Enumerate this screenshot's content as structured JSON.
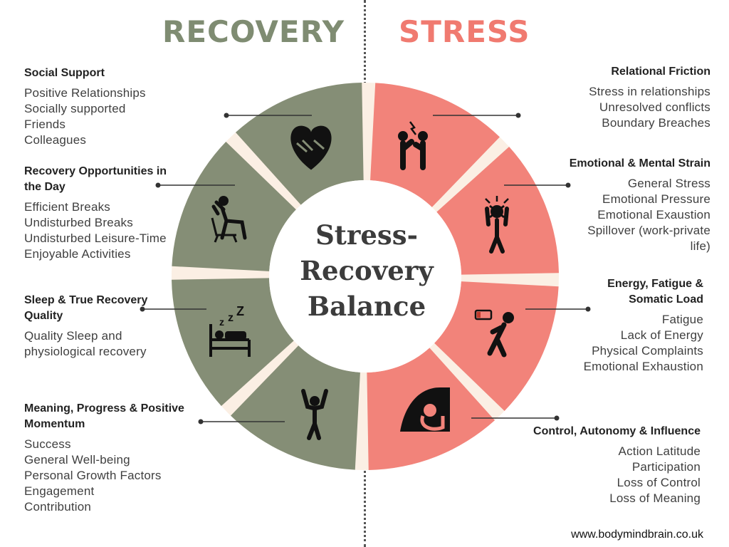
{
  "headings": {
    "recovery": "RECOVERY",
    "stress": "STRESS"
  },
  "colors": {
    "recovery": "#858e76",
    "stress": "#f2837a",
    "gap": "#fbefe4"
  },
  "center": {
    "line1": "Stress-",
    "line2": "Recovery",
    "line3": "Balance"
  },
  "recovery": [
    {
      "title": "Social Support",
      "items": [
        "Positive Relationships",
        "Socially supported",
        "Friends",
        "Colleagues"
      ],
      "icon": "handshake-heart-icon"
    },
    {
      "title": "Recovery Opportunities in the Day",
      "items": [
        "Efficient Breaks",
        "Undisturbed Breaks",
        "Undisturbed Leisure-Time",
        "Enjoyable Activities"
      ],
      "icon": "relaxing-chair-icon"
    },
    {
      "title": "Sleep & True Recovery Quality",
      "items": [
        "Quality Sleep and physiological recovery"
      ],
      "icon": "sleeping-bed-icon"
    },
    {
      "title": "Meaning, Progress & Positive Momentum",
      "items": [
        "Success",
        "General Well-being",
        "Personal Growth Factors",
        "Engagement",
        "Contribution"
      ],
      "icon": "celebrating-person-icon"
    }
  ],
  "stress": [
    {
      "title": "Relational Friction",
      "items": [
        "Stress in relationships",
        "Unresolved conflicts",
        "Boundary Breaches"
      ],
      "icon": "arguing-people-icon"
    },
    {
      "title": "Emotional &  Mental Strain",
      "items": [
        "General Stress",
        "Emotional Pressure",
        "Emotional Exaustion",
        "Spillover (work-private life)"
      ],
      "icon": "stressed-person-icon"
    },
    {
      "title": "Energy, Fatigue & Somatic Load",
      "items": [
        "Fatigue",
        "Lack of Energy",
        "Physical Complaints",
        "Emotional Exhaustion"
      ],
      "icon": "low-battery-person-icon"
    },
    {
      "title": "Control, Autonomy & Influence",
      "items": [
        "Action Latitude",
        "Participation",
        "Loss of Control",
        "Loss of Meaning"
      ],
      "icon": "crouching-person-icon"
    }
  ],
  "footer": "www.bodymindbrain.co.uk"
}
